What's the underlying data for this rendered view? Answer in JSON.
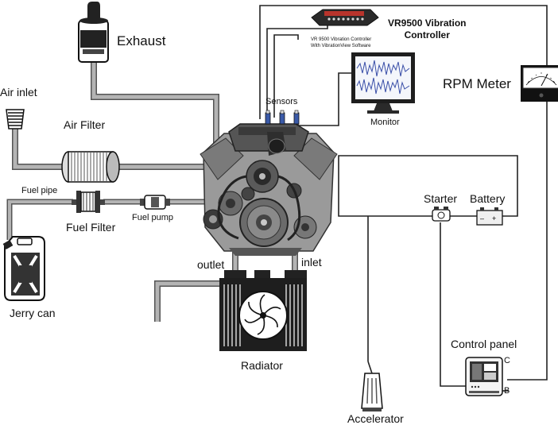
{
  "labels": {
    "exhaust": "Exhaust",
    "air_inlet": "Air inlet",
    "air_filter": "Air Filter",
    "fuel_pipe": "Fuel pipe",
    "fuel_filter": "Fuel Filter",
    "fuel_pump": "Fuel pump",
    "jerry_can": "Jerry can",
    "sensors": "Sensors",
    "controller_title_line1": "VR9500 Vibration",
    "controller_title_line2": "Controller",
    "controller_caption_line1": "VR 9500 Vibration Controller",
    "controller_caption_line2": "With VibrationView Software",
    "monitor": "Monitor",
    "rpm_meter": "RPM Meter",
    "starter": "Starter",
    "battery": "Battery",
    "outlet": "outlet",
    "inlet": "inlet",
    "radiator": "Radiator",
    "control_panel": "Control panel",
    "terminal_c": "C",
    "terminal_b": "B",
    "accelerator": "Accelerator"
  },
  "colors": {
    "pipe": "#a9a9a9",
    "pipe_edge": "#555555",
    "wire": "#222222",
    "engine_dark": "#3c3c3c",
    "engine_mid": "#8a8a8a",
    "engine_light": "#c8c8c8",
    "controller_red": "#b8342c",
    "sensor_blue": "#3a5aa8"
  },
  "icons": {
    "exhaust": "exhaust-muffler-icon",
    "air_inlet": "air-inlet-filter-icon",
    "air_filter": "air-filter-icon",
    "fuel_filter": "fuel-filter-icon",
    "fuel_pump": "fuel-pump-icon",
    "jerry_can": "jerry-can-icon",
    "engine": "v8-engine-icon",
    "controller": "vibration-controller-icon",
    "monitor": "monitor-icon",
    "rpm_meter": "rpm-meter-icon",
    "starter": "starter-motor-icon",
    "battery": "battery-icon",
    "radiator": "radiator-icon",
    "control_panel": "control-panel-icon",
    "accelerator": "accelerator-pedal-icon"
  }
}
